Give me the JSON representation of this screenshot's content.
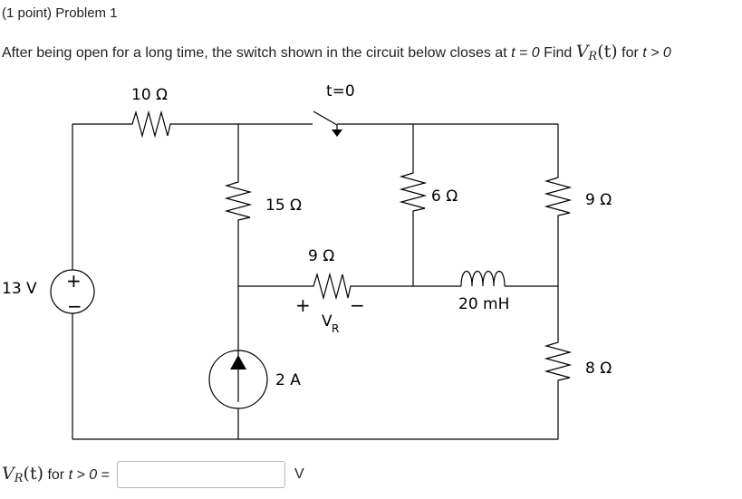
{
  "header": {
    "title": "(1 point) Problem 1"
  },
  "problem": {
    "text_before": "After being open for a long time, the switch shown in the circuit below closes at ",
    "t_var": "t",
    "equals_zero": " = 0",
    "find_text": " Find ",
    "func_var": "V",
    "func_sub": "R",
    "func_arg": "(t)",
    "for_text": " for ",
    "condition": "t > 0"
  },
  "circuit": {
    "source_voltage": "13 V",
    "source_plus": "+",
    "source_minus": "−",
    "r_top": "10 Ω",
    "switch_label": "t=0",
    "r_15": "15 Ω",
    "r_9_mid": "9 Ω",
    "vr_plus": "+",
    "vr_minus": "−",
    "vr_label": "V",
    "vr_sub": "R",
    "r_6": "6 Ω",
    "inductor": "20 mH",
    "r_9_right": "9 Ω",
    "r_8": "8 Ω",
    "current_source": "2 A"
  },
  "answer": {
    "label_var": "V",
    "label_sub": "R",
    "label_arg": "(t)",
    "label_for": " for ",
    "label_condition": "t > 0",
    "label_equals": " =",
    "input_value": "",
    "unit": "V"
  }
}
